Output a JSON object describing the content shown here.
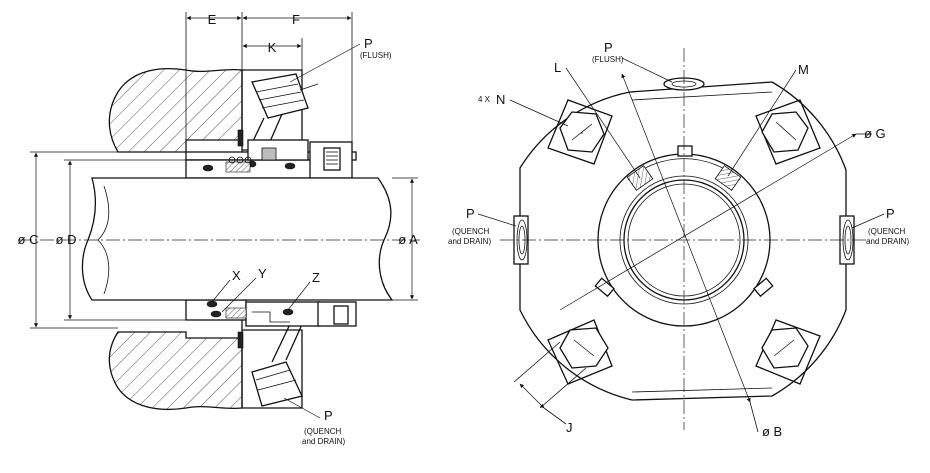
{
  "labels": {
    "E": "E",
    "F": "F",
    "K": "K",
    "P": "P",
    "flush": "(FLUSH)",
    "quench": "(QUENCH",
    "and_drain": "and DRAIN)",
    "C": "ø C",
    "D": "ø D",
    "A": "ø A",
    "X": "X",
    "Y": "Y",
    "Z": "Z",
    "L": "L",
    "M": "M",
    "G": "ø G",
    "N_count": "4 X",
    "N": "N",
    "J": "J",
    "B": "ø B"
  }
}
